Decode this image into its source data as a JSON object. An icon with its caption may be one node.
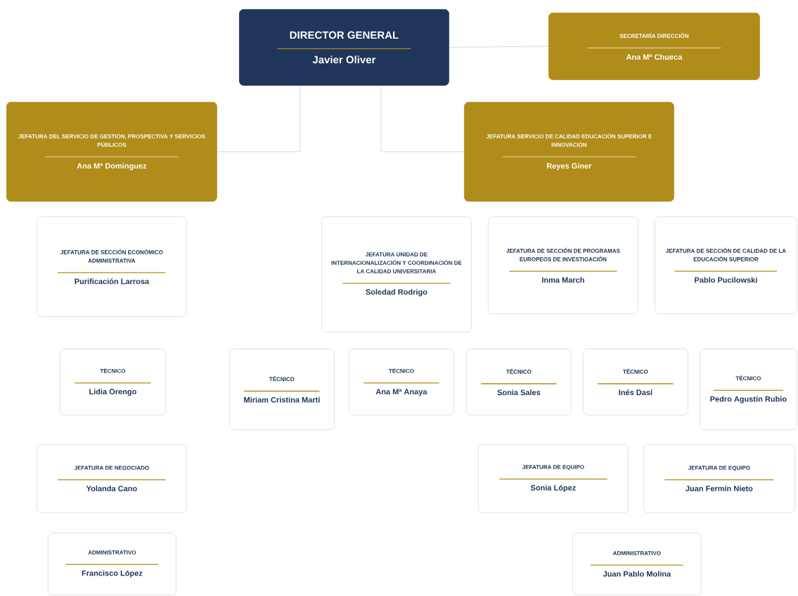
{
  "diagram": {
    "nodes": [
      {
        "text": [
          "DIRECTOR GENERAL",
          "Javier Oliver"
        ]
      },
      {
        "text": [
          "SECRETARÍA DIRECCIÓN",
          "Ana Mª Chueca"
        ]
      },
      {
        "text": [
          "JEFATURA DEL SERVICIO DE GESTIÓN, PROSPECTIVA Y SERVICIOS PÚBLICOS",
          "Ana Mª Dominguez"
        ]
      },
      {
        "text": [
          "JEFATURA SERVICIO DE CALIDAD EDUCACIÓN SUPERIOR E INNOVACIÓN",
          "Reyes Giner"
        ]
      },
      {
        "text": [
          "JEFATURA DE SECCIÓN ECONÓMICO ADMINISTRATIVA",
          "Purificación Larrosa"
        ]
      },
      {
        "text": [
          "JEFATURA UNIDAD DE INTERNACIONALIZACIÓN Y COORDINACIÓN DE LA CALIDAD UNIVERSITARIA",
          "Soledad Rodrigo"
        ]
      },
      {
        "text": [
          "JEFATURA DE SECCIÓN DE PROGRAMAS EUROPEOS DE INVESTIGACIÓN",
          "Inma March"
        ]
      },
      {
        "text": [
          "JEFATURA DE SECCIÓN DE CALIDAD DE LA EDUCACIÓN SUPERIOR",
          "Pablo Pucilowski"
        ]
      },
      {
        "text": [
          "TÉCNICO",
          "Lidia Orengo"
        ]
      },
      {
        "text": [
          "TÉCNICO",
          "Miriam Cristina Martí"
        ]
      },
      {
        "text": [
          "TÉCNICO",
          "Ana Mª Anaya"
        ]
      },
      {
        "text": [
          "TÉCNICO",
          "Sonia Sales"
        ]
      },
      {
        "text": [
          "TÉCNICO",
          "Inés Dasí"
        ]
      },
      {
        "text": [
          "TÉCNICO",
          "Pedro Agustín Rubio"
        ]
      },
      {
        "text": [
          "JEFATURA DE NEGOCIADO",
          "Yolanda Cano"
        ]
      },
      {
        "text": [
          "JEFATURA DE EQUIPO",
          "Sonia López"
        ]
      },
      {
        "text": [
          "JEFATURA DE EQUIPO",
          "Juan Fermín Nieto"
        ]
      },
      {
        "text": [
          "ADMINISTRATIVO",
          "Francisco López"
        ]
      },
      {
        "text": [
          "ADMINISTRATIVO",
          "Juan Pablo Molina"
        ]
      }
    ],
    "edges": [
      {
        "from": 0,
        "to": 1,
        "arrow": "none"
      },
      {
        "from": 0,
        "to": 2,
        "arrow": "none"
      },
      {
        "from": 0,
        "to": 3,
        "arrow": "none"
      }
    ]
  }
}
